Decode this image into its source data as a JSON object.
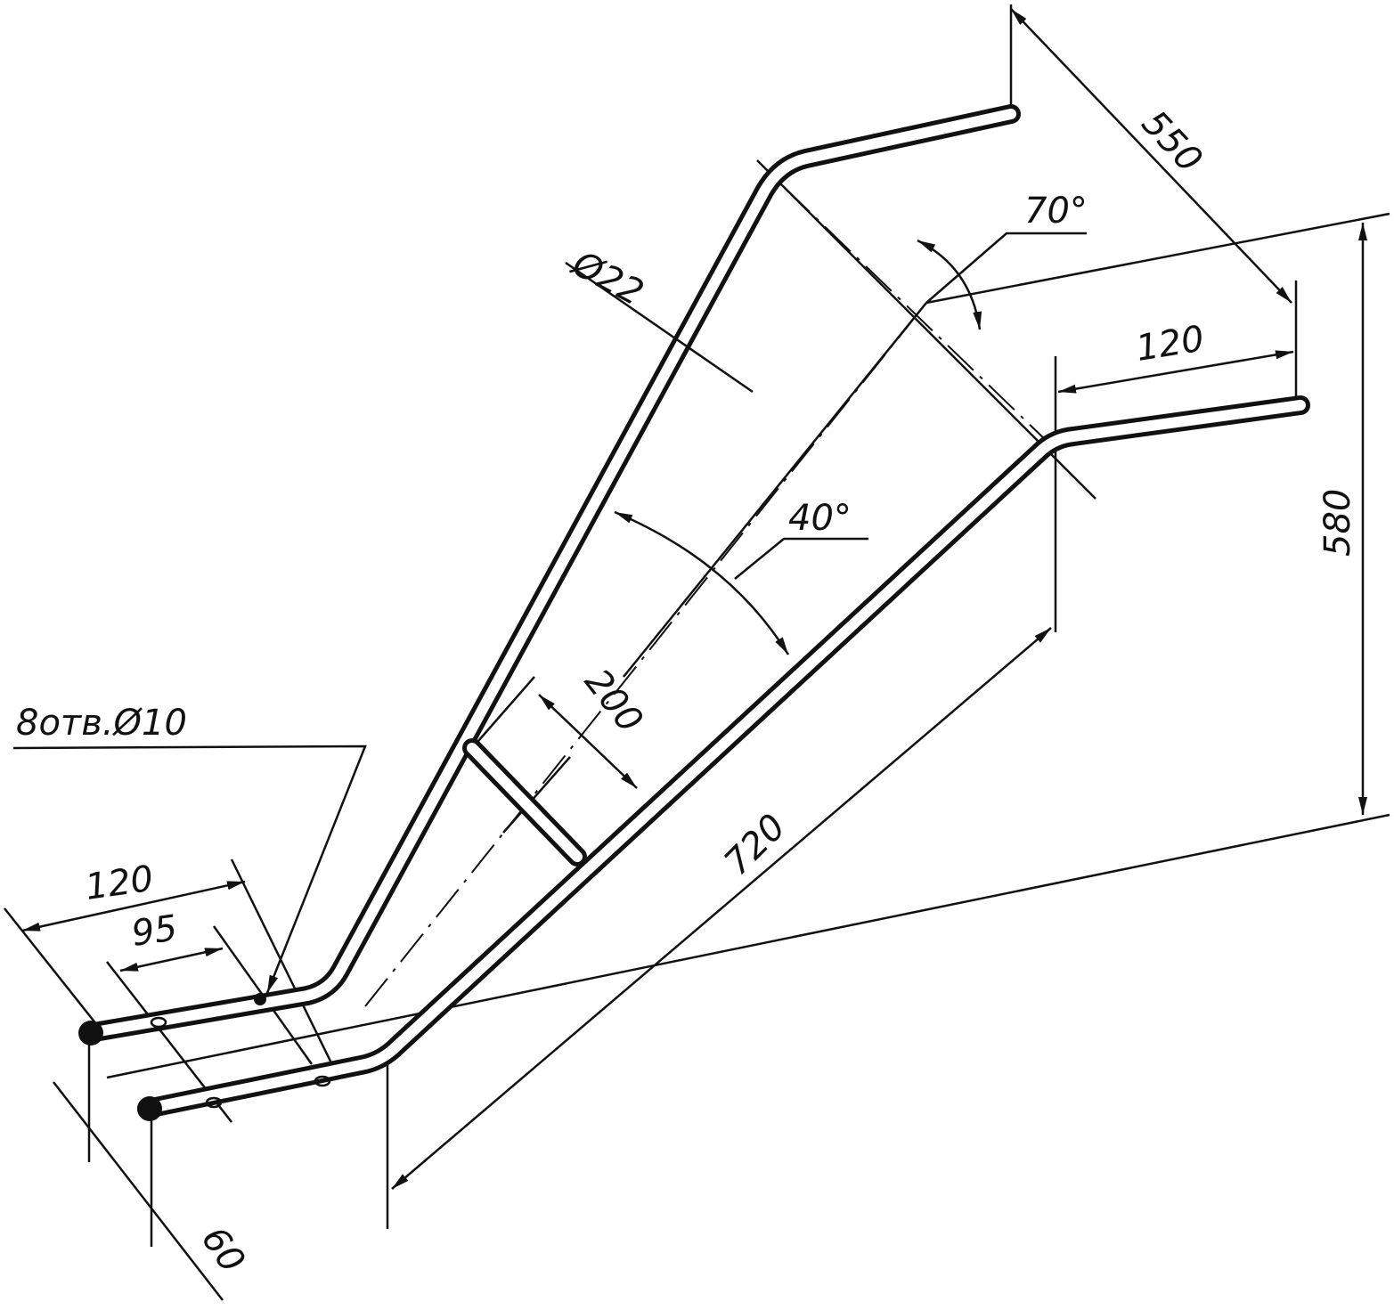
{
  "drawing": {
    "dimensions": {
      "handle_length": "550",
      "handle_angle": "70°",
      "handle_offset": "120",
      "height": "580",
      "tube_diameter": "Ø22",
      "spread_angle": "40°",
      "crossbar_spacing": "200",
      "frame_length": "720",
      "holes_note": "8отв.Ø10",
      "front_length": "120",
      "hole_spacing": "95",
      "front_offset": "60"
    }
  }
}
